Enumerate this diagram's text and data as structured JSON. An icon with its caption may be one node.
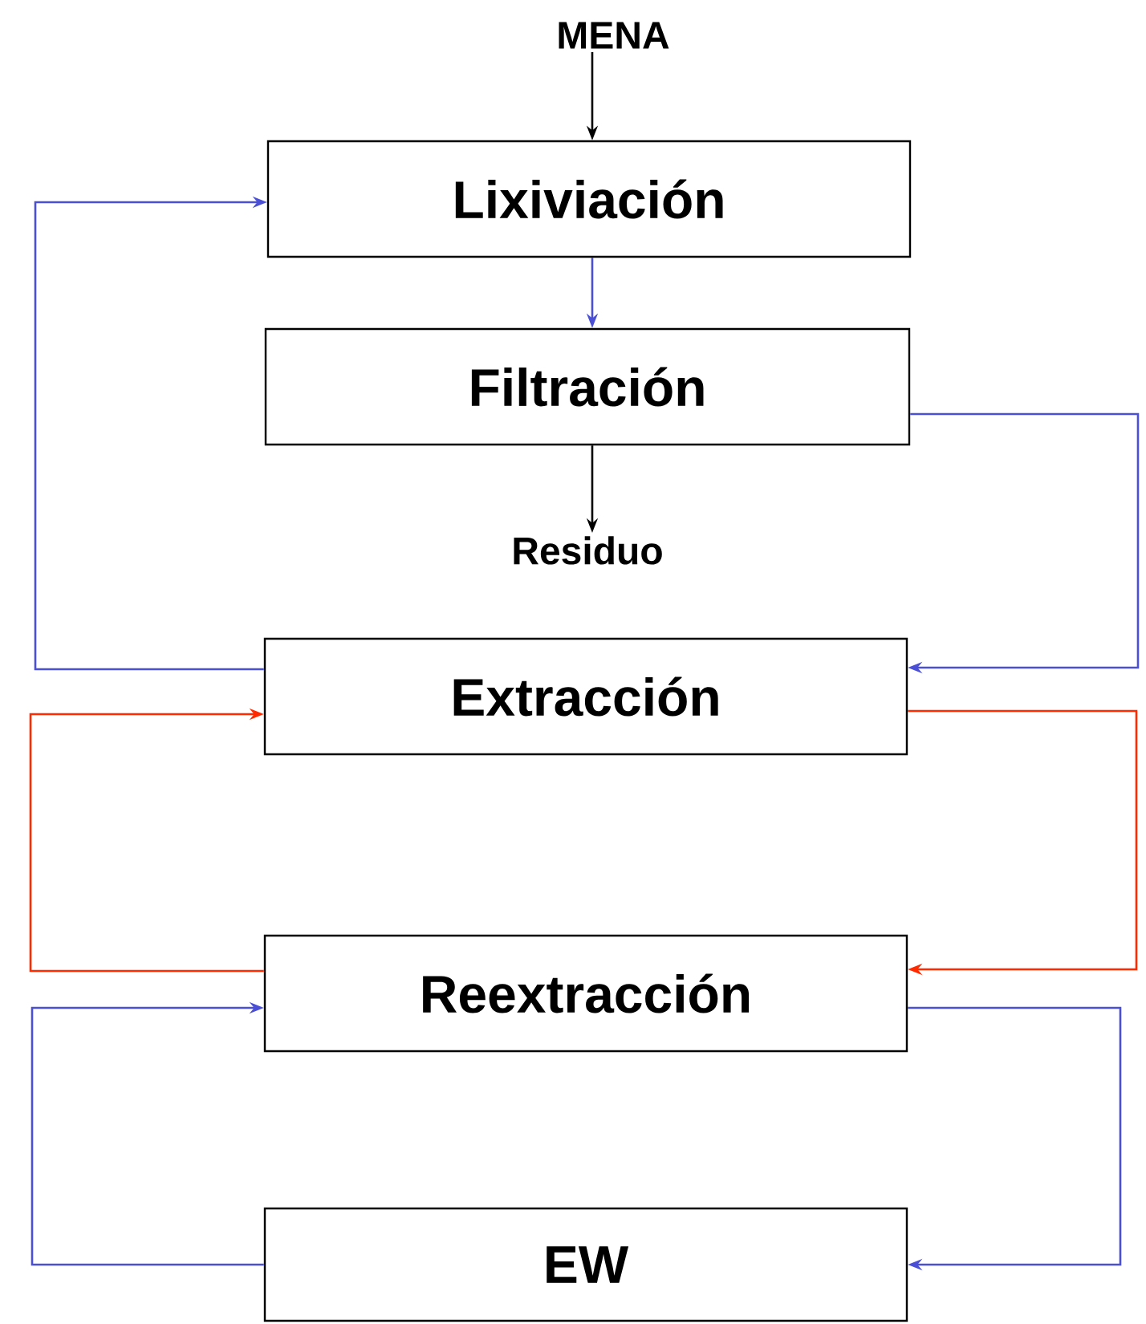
{
  "diagram": {
    "nodes": [
      {
        "text": [
          "MENA"
        ]
      },
      {
        "text": [
          "Lixiviación"
        ]
      },
      {
        "text": [
          "Filtración"
        ]
      },
      {
        "text": [
          "Residuo"
        ]
      },
      {
        "text": [
          "Extracción"
        ]
      },
      {
        "text": [
          "Reextracción"
        ]
      },
      {
        "text": [
          "EW"
        ]
      }
    ],
    "edges": [
      {
        "from": 0,
        "to": 1,
        "arrow": "to",
        "color": "#000000"
      },
      {
        "from": 1,
        "to": 2,
        "arrow": "to"
      },
      {
        "from": 2,
        "to": 3,
        "arrow": "to",
        "color": "#000000"
      },
      {
        "from": 2,
        "to": 4,
        "arrow": "to"
      },
      {
        "from": 4,
        "to": 1,
        "arrow": "to"
      },
      {
        "from": 4,
        "to": 5,
        "arrow": "to",
        "color": "#ff2a00"
      },
      {
        "from": 5,
        "to": 4,
        "arrow": "to",
        "color": "#ff2a00"
      },
      {
        "from": 5,
        "to": 6,
        "arrow": "to"
      },
      {
        "from": 6,
        "to": 5,
        "arrow": "to"
      }
    ]
  }
}
